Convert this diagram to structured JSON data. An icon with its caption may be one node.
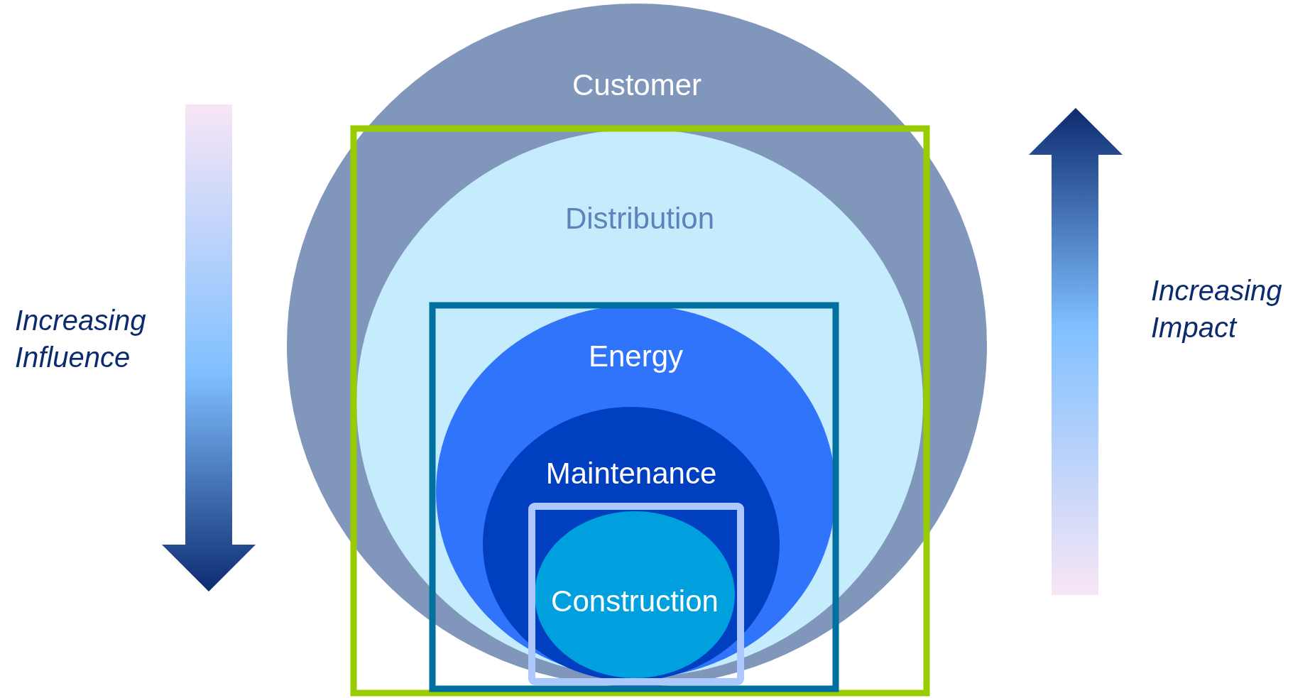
{
  "diagram": {
    "nodes": [
      {
        "text": [
          "Customer"
        ]
      },
      {
        "text": [
          "Distribution"
        ],
        "in": 0
      },
      {
        "text": [
          "Energy"
        ],
        "in": 1
      },
      {
        "text": [
          "Maintenance"
        ],
        "in": 2
      },
      {
        "text": [
          "Construction"
        ],
        "in": 3
      }
    ],
    "labels": [
      "Increasing Influence",
      "Increasing Impact"
    ]
  }
}
